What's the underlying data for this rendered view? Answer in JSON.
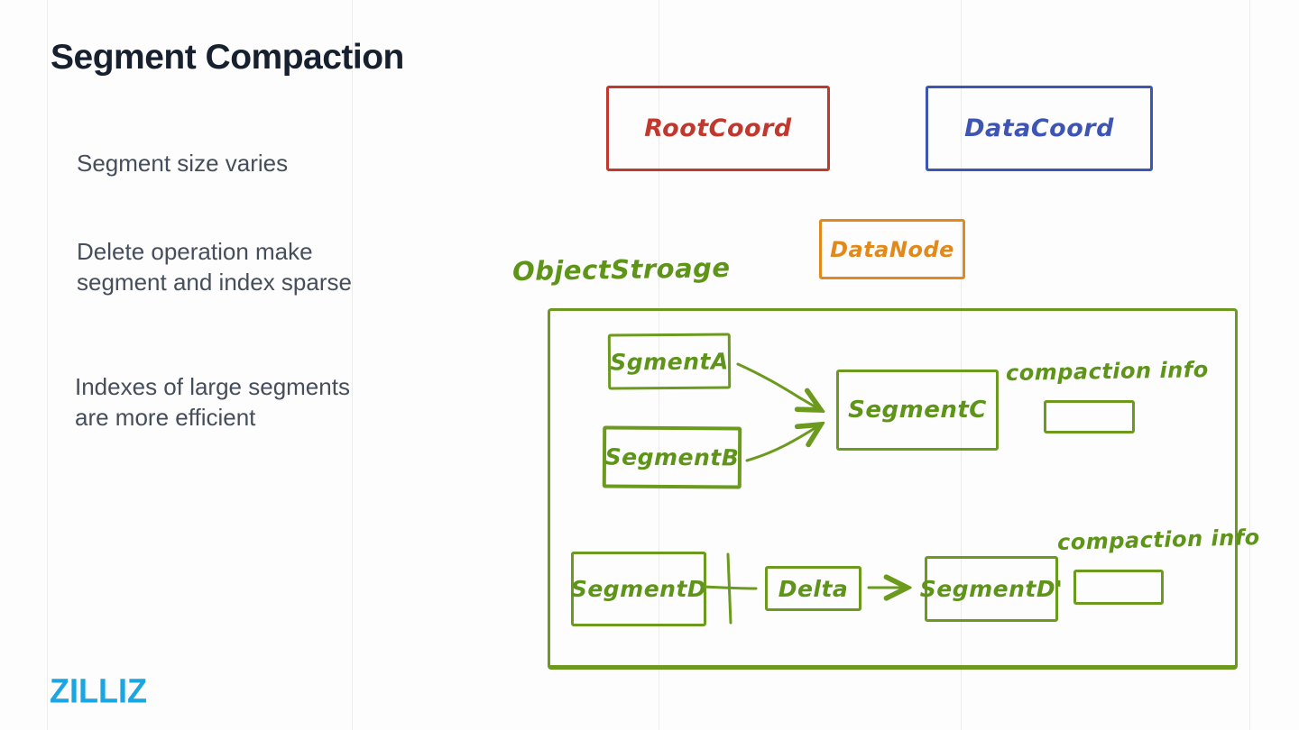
{
  "slide": {
    "title": "Segment Compaction",
    "bullets": [
      "Segment size varies",
      "Delete operation make segment and index sparse",
      "Indexes of large segments are more efficient"
    ],
    "logo_text": "ZILLIZ"
  },
  "diagram": {
    "nodes": {
      "root_coord": "RootCoord",
      "data_coord": "DataCoord",
      "data_node": "DataNode",
      "object_storage": "ObjectStroage",
      "segment_a": "SgmentA",
      "segment_b": "SegmentB",
      "segment_c": "SegmentC",
      "segment_d": "SegmentD",
      "delta": "Delta",
      "segment_d_prime": "SegmentD'",
      "compaction_info_top": "compaction info",
      "compaction_info_bottom": "compaction info"
    },
    "operators": {
      "plus": "+",
      "arrow": "→"
    },
    "relations": [
      "SgmentA -> SegmentC",
      "SegmentB -> SegmentC",
      "SegmentD + Delta -> SegmentD'"
    ],
    "colors": {
      "red": "#c1382e",
      "blue": "#3e55b4",
      "orange": "#e2891c",
      "green": "#6b9a1f",
      "title_text": "#16202e",
      "body_text": "#454e5a",
      "logo_cyan": "#1ba6e3"
    }
  }
}
